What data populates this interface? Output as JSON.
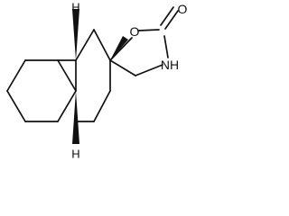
{
  "molecule": {
    "atom_labels": {
      "carbonyl_oxygen": "O",
      "ring_oxygen": "O",
      "nitrogen": "NH",
      "hydrogen_top": "H",
      "hydrogen_bottom": "H"
    }
  }
}
